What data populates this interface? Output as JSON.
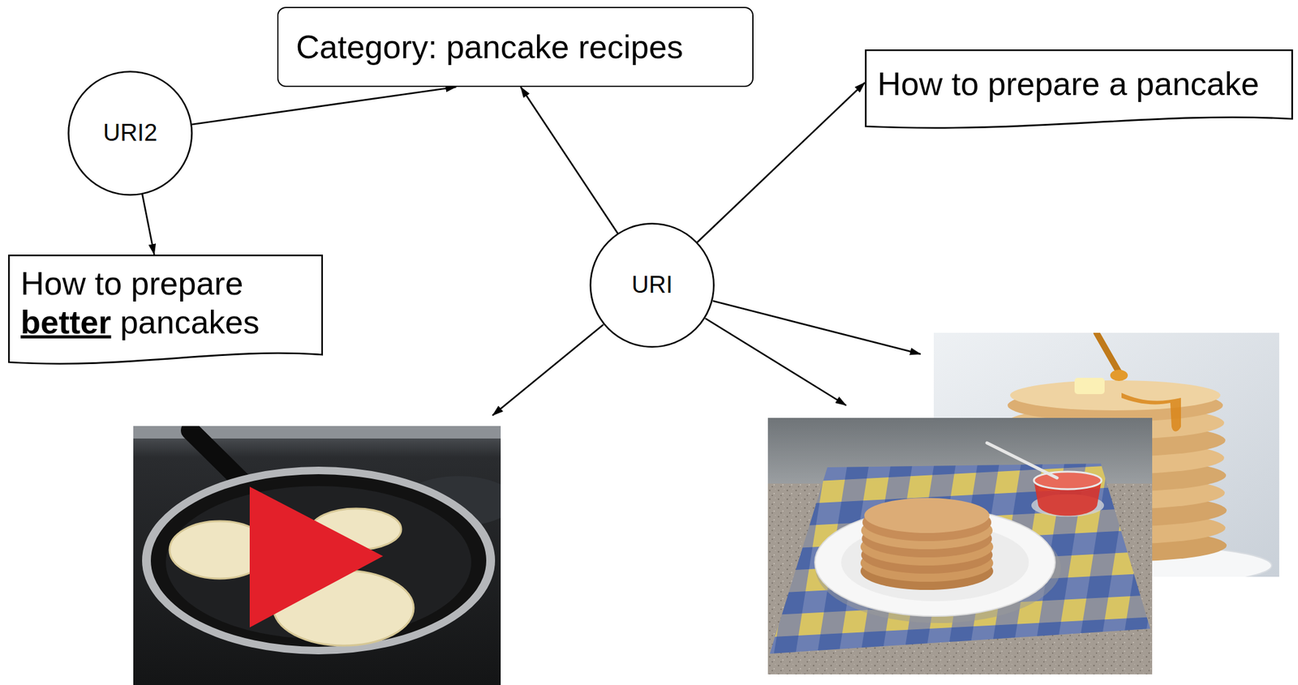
{
  "diagram": {
    "nodes": [
      {
        "text": [
          "Category: pancake recipes"
        ]
      },
      {
        "text": [
          "How to prepare a pancake"
        ]
      },
      {
        "text": [
          "URI2"
        ]
      },
      {
        "text": [
          "How to prepare better pancakes"
        ]
      },
      {
        "text": [
          "URI"
        ]
      }
    ],
    "edges": [
      {
        "from": 2,
        "to": 0,
        "arrow": "to"
      },
      {
        "from": 4,
        "to": 0,
        "arrow": "to"
      },
      {
        "from": 4,
        "to": 1,
        "arrow": "to"
      },
      {
        "from": 2,
        "to": 3,
        "arrow": "to"
      }
    ]
  }
}
